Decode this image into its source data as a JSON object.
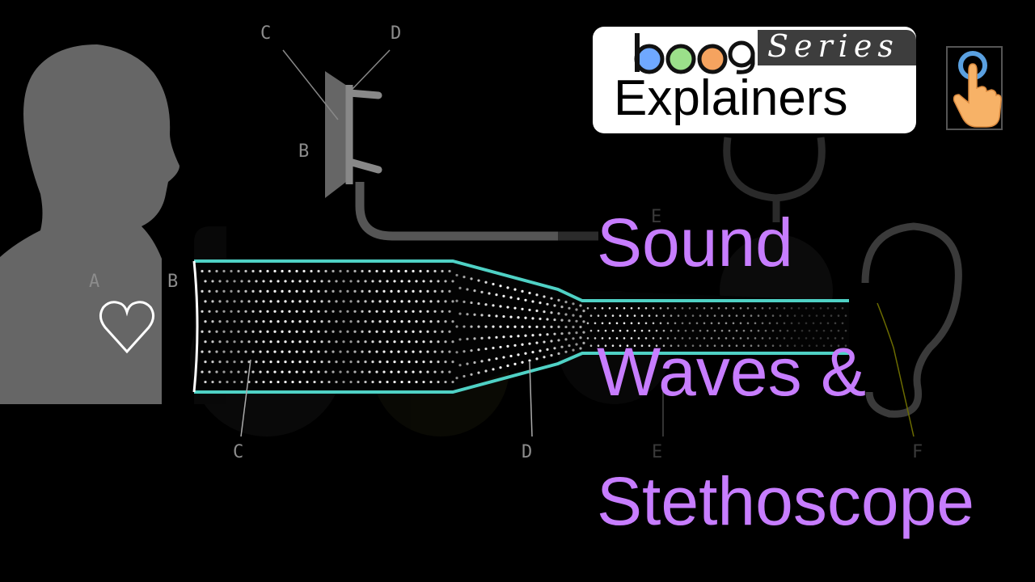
{
  "diagram": {
    "labels": {
      "chest_piece_c": "C",
      "chest_piece_d": "D",
      "chest_piece_b": "B",
      "tube_e": "E",
      "heart_a": "A",
      "opening_b": "B",
      "wave_c": "C",
      "wave_d": "D",
      "wave_e": "E",
      "ear_f": "F"
    },
    "colors": {
      "tube_outline": "#4fd1c5",
      "silhouette": "#666666",
      "label": "#8c8c8c"
    },
    "icons": [
      "person-silhouette-icon",
      "heart-icon",
      "chest-piece-icon",
      "stethoscope-icon",
      "ear-icon"
    ]
  },
  "logo": {
    "brand": "boo9",
    "series": "Series",
    "explainers": "Explainers",
    "colors": {
      "b": "#6fa8ff",
      "o1": "#9be08a",
      "o2": "#f5a35f",
      "g": "#111111"
    }
  },
  "title": {
    "line1": "Sound",
    "line2": "Waves &",
    "line3": "Stethoscope",
    "color": "#c77dff"
  },
  "touch_icon": {
    "name": "tap-hand-icon"
  }
}
